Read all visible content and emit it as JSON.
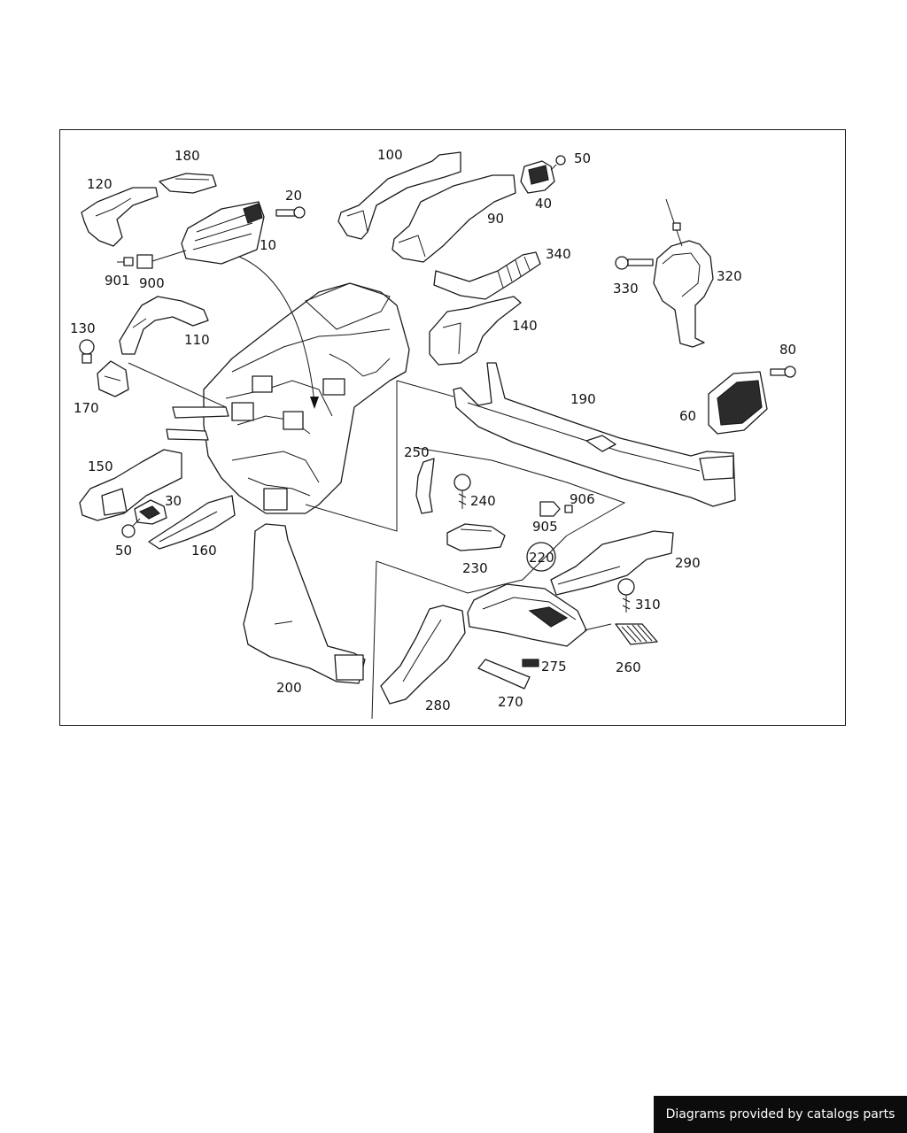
{
  "diagram": {
    "callouts": [
      "180",
      "120",
      "20",
      "10",
      "901",
      "900",
      "100",
      "90",
      "50",
      "40",
      "340",
      "320",
      "330",
      "130",
      "110",
      "140",
      "80",
      "170",
      "190",
      "60",
      "150",
      "30",
      "250",
      "240",
      "906",
      "905",
      "50",
      "160",
      "230",
      "220",
      "290",
      "310",
      "275",
      "260",
      "200",
      "280",
      "270"
    ]
  },
  "credit": {
    "text": "Diagrams provided by catalogs parts"
  }
}
